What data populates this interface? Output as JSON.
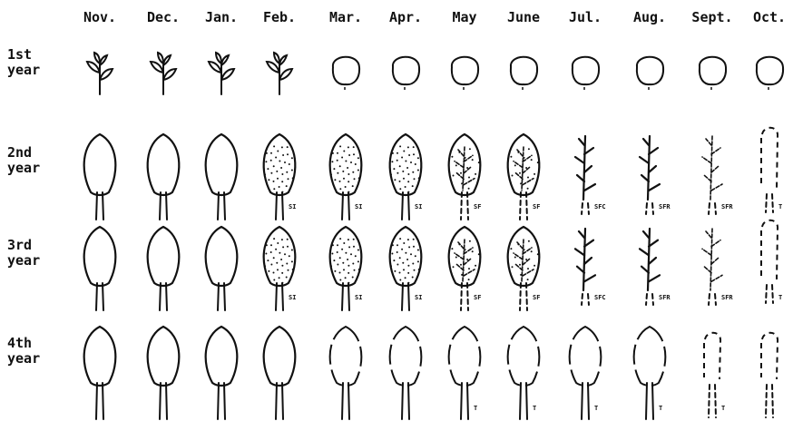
{
  "months": [
    "Nov.",
    "Dec.",
    "Jan.",
    "Feb.",
    "Mar.",
    "Apr.",
    "May",
    "June",
    "Jul.",
    "Aug.",
    "Sept.",
    "Oct."
  ],
  "years": [
    {
      "line1": "1st",
      "line2": "year"
    },
    {
      "line1": "2nd",
      "line2": "year"
    },
    {
      "line1": "3rd",
      "line2": "year"
    },
    {
      "line1": "4th",
      "line2": "year"
    }
  ],
  "grid": [
    [
      {
        "stage": "seedling"
      },
      {
        "stage": "seedling"
      },
      {
        "stage": "seedling"
      },
      {
        "stage": "seedling"
      },
      {
        "stage": "bud"
      },
      {
        "stage": "bud"
      },
      {
        "stage": "bud"
      },
      {
        "stage": "bud"
      },
      {
        "stage": "bud"
      },
      {
        "stage": "bud"
      },
      {
        "stage": "bud"
      },
      {
        "stage": "bud"
      }
    ],
    [
      {
        "stage": "leaf"
      },
      {
        "stage": "leaf"
      },
      {
        "stage": "leaf"
      },
      {
        "stage": "leaf-dotted",
        "label": "SI"
      },
      {
        "stage": "leaf-dotted",
        "label": "SI"
      },
      {
        "stage": "leaf-dotted",
        "label": "SI"
      },
      {
        "stage": "leaf-branch",
        "label": "SF"
      },
      {
        "stage": "leaf-branch",
        "label": "SF"
      },
      {
        "stage": "branch",
        "label": "SFC"
      },
      {
        "stage": "branch",
        "label": "SFR"
      },
      {
        "stage": "branch-faint",
        "label": "SFR"
      },
      {
        "stage": "dashed-tall",
        "label": "T"
      }
    ],
    [
      {
        "stage": "leaf"
      },
      {
        "stage": "leaf"
      },
      {
        "stage": "leaf"
      },
      {
        "stage": "leaf-dotted",
        "label": "SI"
      },
      {
        "stage": "leaf-dotted",
        "label": "SI"
      },
      {
        "stage": "leaf-dotted",
        "label": "SI"
      },
      {
        "stage": "leaf-branch",
        "label": "SF"
      },
      {
        "stage": "leaf-branch",
        "label": "SF"
      },
      {
        "stage": "branch",
        "label": "SFC"
      },
      {
        "stage": "branch",
        "label": "SFR"
      },
      {
        "stage": "branch-faint",
        "label": "SFR"
      },
      {
        "stage": "dashed-tall",
        "label": "T"
      }
    ],
    [
      {
        "stage": "leaf"
      },
      {
        "stage": "leaf"
      },
      {
        "stage": "leaf"
      },
      {
        "stage": "leaf"
      },
      {
        "stage": "leaf-open"
      },
      {
        "stage": "leaf-open"
      },
      {
        "stage": "leaf-open",
        "label": "T"
      },
      {
        "stage": "leaf-open",
        "label": "T"
      },
      {
        "stage": "leaf-open",
        "label": "T"
      },
      {
        "stage": "leaf-open",
        "label": "T"
      },
      {
        "stage": "dashed",
        "label": "T"
      },
      {
        "stage": "dashed"
      }
    ]
  ]
}
